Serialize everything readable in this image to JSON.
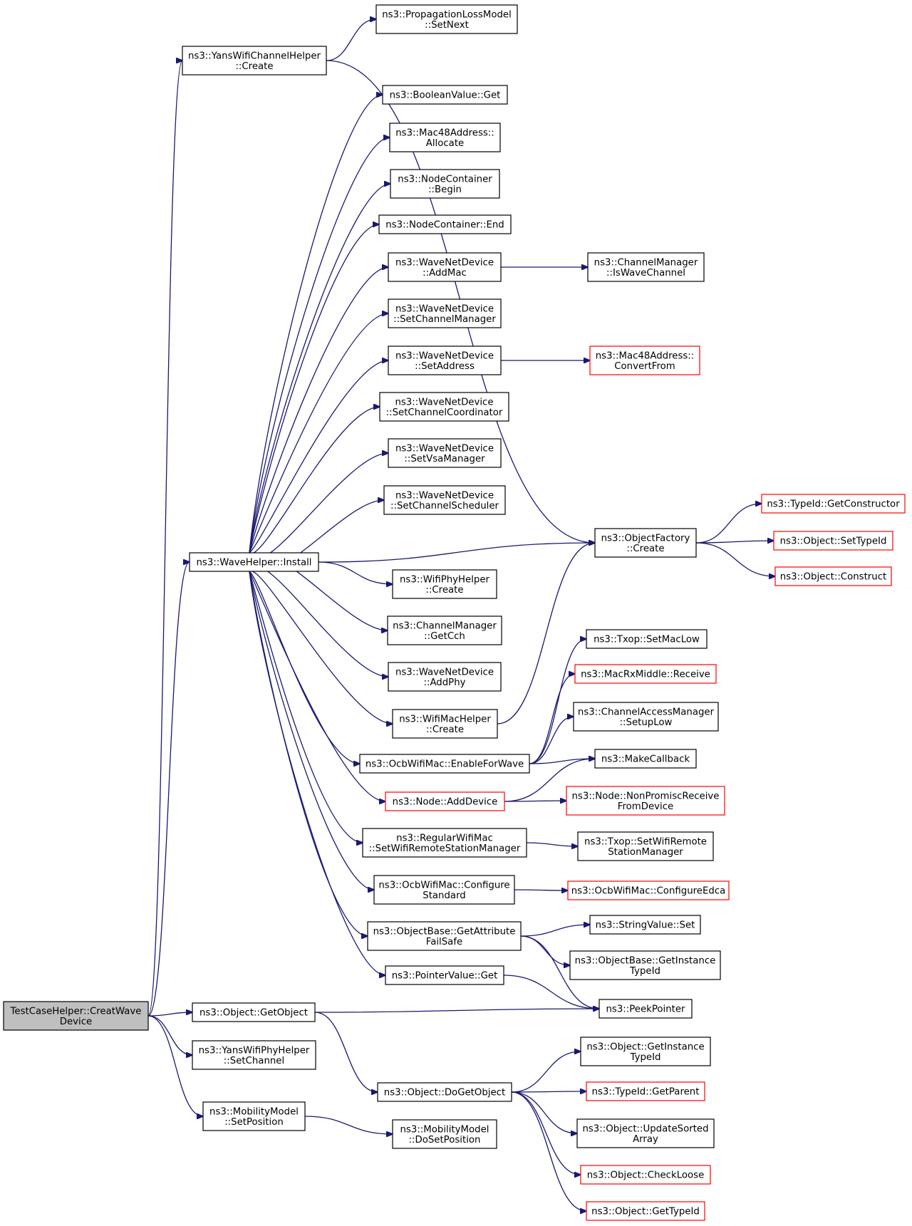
{
  "colors": {
    "edge": "#191970",
    "box_border": "#000000",
    "incomplete_border": "#ff0000",
    "root_fill": "#bfbfbf",
    "box_fill": "#ffffff"
  },
  "nodes": {
    "root": {
      "lines": [
        "TestCaseHelper::CreatWave",
        "Device"
      ],
      "style": "root"
    },
    "yans_create": {
      "lines": [
        "ns3::YansWifiChannelHelper",
        "::Create"
      ],
      "style": "normal"
    },
    "prop_setnext": {
      "lines": [
        "ns3::PropagationLossModel",
        "::SetNext"
      ],
      "style": "normal"
    },
    "install": {
      "lines": [
        "ns3::WaveHelper::Install"
      ],
      "style": "normal"
    },
    "bool_get": {
      "lines": [
        "ns3::BooleanValue::Get"
      ],
      "style": "normal"
    },
    "mac48_alloc": {
      "lines": [
        "ns3::Mac48Address::",
        "Allocate"
      ],
      "style": "normal"
    },
    "nc_begin": {
      "lines": [
        "ns3::NodeContainer",
        "::Begin"
      ],
      "style": "normal"
    },
    "nc_end": {
      "lines": [
        "ns3::NodeContainer::End"
      ],
      "style": "normal"
    },
    "wnd_addmac": {
      "lines": [
        "ns3::WaveNetDevice",
        "::AddMac"
      ],
      "style": "normal"
    },
    "cm_iswave": {
      "lines": [
        "ns3::ChannelManager",
        "::IsWaveChannel"
      ],
      "style": "normal"
    },
    "wnd_setcm": {
      "lines": [
        "ns3::WaveNetDevice",
        "::SetChannelManager"
      ],
      "style": "normal"
    },
    "wnd_setaddr": {
      "lines": [
        "ns3::WaveNetDevice",
        "::SetAddress"
      ],
      "style": "normal"
    },
    "mac48_conv": {
      "lines": [
        "ns3::Mac48Address::",
        "ConvertFrom"
      ],
      "style": "incomplete"
    },
    "wnd_setcc": {
      "lines": [
        "ns3::WaveNetDevice",
        "::SetChannelCoordinator"
      ],
      "style": "normal"
    },
    "wnd_setvsa": {
      "lines": [
        "ns3::WaveNetDevice",
        "::SetVsaManager"
      ],
      "style": "normal"
    },
    "wnd_setcs": {
      "lines": [
        "ns3::WaveNetDevice",
        "::SetChannelScheduler"
      ],
      "style": "normal"
    },
    "of_create": {
      "lines": [
        "ns3::ObjectFactory",
        "::Create"
      ],
      "style": "normal"
    },
    "tid_getctor": {
      "lines": [
        "ns3::TypeId::GetConstructor"
      ],
      "style": "incomplete"
    },
    "obj_settid": {
      "lines": [
        "ns3::Object::SetTypeId"
      ],
      "style": "incomplete"
    },
    "obj_construct": {
      "lines": [
        "ns3::Object::Construct"
      ],
      "style": "incomplete"
    },
    "wph_create": {
      "lines": [
        "ns3::WifiPhyHelper",
        "::Create"
      ],
      "style": "normal"
    },
    "cm_getcch": {
      "lines": [
        "ns3::ChannelManager",
        "::GetCch"
      ],
      "style": "normal"
    },
    "wnd_addphy": {
      "lines": [
        "ns3::WaveNetDevice",
        "::AddPhy"
      ],
      "style": "normal"
    },
    "wmh_create": {
      "lines": [
        "ns3::WifiMacHelper",
        "::Create"
      ],
      "style": "normal"
    },
    "txop_setmaclow": {
      "lines": [
        "ns3::Txop::SetMacLow"
      ],
      "style": "normal"
    },
    "macrx_receive": {
      "lines": [
        "ns3::MacRxMiddle::Receive"
      ],
      "style": "incomplete"
    },
    "cam_setuplow": {
      "lines": [
        "ns3::ChannelAccessManager",
        "::SetupLow"
      ],
      "style": "normal"
    },
    "ocb_enable": {
      "lines": [
        "ns3::OcbWifiMac::EnableForWave"
      ],
      "style": "normal"
    },
    "makecallback": {
      "lines": [
        "ns3::MakeCallback"
      ],
      "style": "normal"
    },
    "node_adddev": {
      "lines": [
        "ns3::Node::AddDevice"
      ],
      "style": "incomplete"
    },
    "node_nonprom": {
      "lines": [
        "ns3::Node::NonPromiscReceive",
        "FromDevice"
      ],
      "style": "incomplete"
    },
    "rwm_setwrsm": {
      "lines": [
        "ns3::RegularWifiMac",
        "::SetWifiRemoteStationManager"
      ],
      "style": "normal"
    },
    "txop_setwrsm": {
      "lines": [
        "ns3::Txop::SetWifiRemote",
        "StationManager"
      ],
      "style": "normal"
    },
    "ocb_confstd": {
      "lines": [
        "ns3::OcbWifiMac::Configure",
        "Standard"
      ],
      "style": "normal"
    },
    "ocb_confedca": {
      "lines": [
        "ns3::OcbWifiMac::ConfigureEdca"
      ],
      "style": "incomplete"
    },
    "ob_getattr": {
      "lines": [
        "ns3::ObjectBase::GetAttribute",
        "FailSafe"
      ],
      "style": "normal"
    },
    "sv_set": {
      "lines": [
        "ns3::StringValue::Set"
      ],
      "style": "normal"
    },
    "ob_getinsttid": {
      "lines": [
        "ns3::ObjectBase::GetInstance",
        "TypeId"
      ],
      "style": "normal"
    },
    "pv_get": {
      "lines": [
        "ns3::PointerValue::Get"
      ],
      "style": "normal"
    },
    "peekpointer": {
      "lines": [
        "ns3::PeekPointer"
      ],
      "style": "normal"
    },
    "obj_getobject": {
      "lines": [
        "ns3::Object::GetObject"
      ],
      "style": "normal"
    },
    "ywph_setchan": {
      "lines": [
        "ns3::YansWifiPhyHelper",
        "::SetChannel"
      ],
      "style": "normal"
    },
    "mm_setpos": {
      "lines": [
        "ns3::MobilityModel",
        "::SetPosition"
      ],
      "style": "normal"
    },
    "mm_dosetpos": {
      "lines": [
        "ns3::MobilityModel",
        "::DoSetPosition"
      ],
      "style": "normal"
    },
    "obj_dogetobj": {
      "lines": [
        "ns3::Object::DoGetObject"
      ],
      "style": "normal"
    },
    "obj_getinsttid": {
      "lines": [
        "ns3::Object::GetInstance",
        "TypeId"
      ],
      "style": "normal"
    },
    "tid_getparent": {
      "lines": [
        "ns3::TypeId::GetParent"
      ],
      "style": "incomplete"
    },
    "obj_updsorted": {
      "lines": [
        "ns3::Object::UpdateSorted",
        "Array"
      ],
      "style": "normal"
    },
    "obj_checkloose": {
      "lines": [
        "ns3::Object::CheckLoose"
      ],
      "style": "incomplete"
    },
    "obj_gettypeid": {
      "lines": [
        "ns3::Object::GetTypeId"
      ],
      "style": "incomplete"
    }
  },
  "edges": [
    [
      "root",
      "yans_create"
    ],
    [
      "root",
      "install"
    ],
    [
      "root",
      "obj_getobject"
    ],
    [
      "root",
      "ywph_setchan"
    ],
    [
      "root",
      "mm_setpos"
    ],
    [
      "yans_create",
      "prop_setnext"
    ],
    [
      "yans_create",
      "of_create"
    ],
    [
      "install",
      "bool_get"
    ],
    [
      "install",
      "mac48_alloc"
    ],
    [
      "install",
      "nc_begin"
    ],
    [
      "install",
      "nc_end"
    ],
    [
      "install",
      "wnd_addmac"
    ],
    [
      "install",
      "wnd_setcm"
    ],
    [
      "install",
      "wnd_setaddr"
    ],
    [
      "install",
      "wnd_setcc"
    ],
    [
      "install",
      "wnd_setvsa"
    ],
    [
      "install",
      "wnd_setcs"
    ],
    [
      "install",
      "of_create"
    ],
    [
      "install",
      "wph_create"
    ],
    [
      "install",
      "cm_getcch"
    ],
    [
      "install",
      "wnd_addphy"
    ],
    [
      "install",
      "wmh_create"
    ],
    [
      "install",
      "ocb_enable"
    ],
    [
      "install",
      "node_adddev"
    ],
    [
      "install",
      "rwm_setwrsm"
    ],
    [
      "install",
      "ocb_confstd"
    ],
    [
      "install",
      "ob_getattr"
    ],
    [
      "install",
      "pv_get"
    ],
    [
      "wnd_addmac",
      "cm_iswave"
    ],
    [
      "wnd_setaddr",
      "mac48_conv"
    ],
    [
      "of_create",
      "tid_getctor"
    ],
    [
      "of_create",
      "obj_settid"
    ],
    [
      "of_create",
      "obj_construct"
    ],
    [
      "wmh_create",
      "of_create"
    ],
    [
      "ocb_enable",
      "txop_setmaclow"
    ],
    [
      "ocb_enable",
      "macrx_receive"
    ],
    [
      "ocb_enable",
      "cam_setuplow"
    ],
    [
      "ocb_enable",
      "makecallback"
    ],
    [
      "node_adddev",
      "makecallback"
    ],
    [
      "node_adddev",
      "node_nonprom"
    ],
    [
      "rwm_setwrsm",
      "txop_setwrsm"
    ],
    [
      "ocb_confstd",
      "ocb_confedca"
    ],
    [
      "ob_getattr",
      "sv_set"
    ],
    [
      "ob_getattr",
      "ob_getinsttid"
    ],
    [
      "ob_getattr",
      "peekpointer"
    ],
    [
      "pv_get",
      "peekpointer"
    ],
    [
      "obj_getobject",
      "peekpointer"
    ],
    [
      "obj_getobject",
      "obj_dogetobj"
    ],
    [
      "mm_setpos",
      "mm_dosetpos"
    ],
    [
      "obj_dogetobj",
      "obj_getinsttid"
    ],
    [
      "obj_dogetobj",
      "tid_getparent"
    ],
    [
      "obj_dogetobj",
      "obj_updsorted"
    ],
    [
      "obj_dogetobj",
      "obj_checkloose"
    ],
    [
      "obj_dogetobj",
      "obj_gettypeid"
    ]
  ]
}
